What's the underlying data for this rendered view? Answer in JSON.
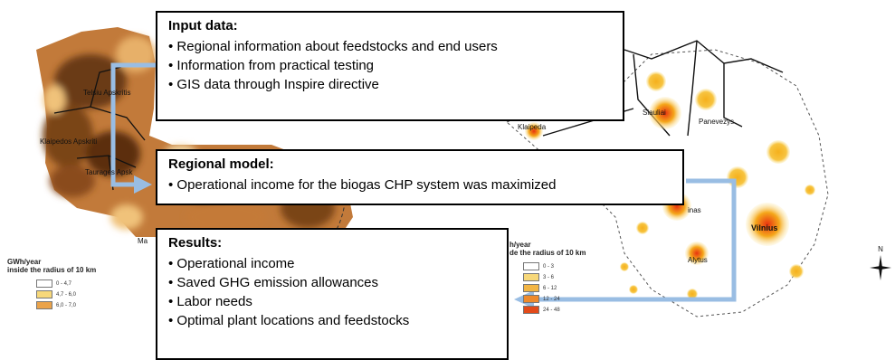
{
  "input_box": {
    "title": "Input data:",
    "items": [
      "Regional information about feedstocks and end users",
      "Information from practical testing",
      "GIS data through Inspire directive"
    ]
  },
  "model_box": {
    "title": "Regional model:",
    "items": [
      "Operational income for the biogas CHP system was maximized"
    ]
  },
  "results_box": {
    "title": "Results:",
    "items": [
      "Operational income",
      "Saved GHG emission allowances",
      "Labor needs",
      "Optimal plant locations and feedstocks"
    ]
  },
  "left_map": {
    "labels": [
      "Telsiu Apskritis",
      "Klaipedos Apskriti",
      "Taurages Apsk",
      "Ma"
    ],
    "legend_title": [
      "GWh/year",
      "inside the radius of 10 km"
    ],
    "legend": [
      {
        "label": "0 - 4,7",
        "color": "#ffffff"
      },
      {
        "label": "4,7 - 6,0",
        "color": "#f7d87a"
      },
      {
        "label": "6,0 - 7,0",
        "color": "#eaa34a"
      }
    ]
  },
  "right_map": {
    "labels": [
      "Klaipeda",
      "Siauliai",
      "Panevezys",
      "Vilnius",
      "Alytus",
      "inas"
    ],
    "legend_title": [
      "h/year",
      "de the radius of 10 km"
    ],
    "legend": [
      {
        "label": "0 - 3",
        "color": "#ffffff"
      },
      {
        "label": "3 - 6",
        "color": "#f7d87a"
      },
      {
        "label": "6 - 12",
        "color": "#f2b544"
      },
      {
        "label": "12 - 24",
        "color": "#ee8a2c"
      },
      {
        "label": "24 - 48",
        "color": "#e24a1a"
      }
    ]
  },
  "compass_letter": "N",
  "colors": {
    "arrow": "#99bde3",
    "heat_dark": "#6b3a14",
    "heat_mid": "#c46d2a",
    "heat_light": "#f0c27a",
    "hotspot": "#f5a71b"
  }
}
